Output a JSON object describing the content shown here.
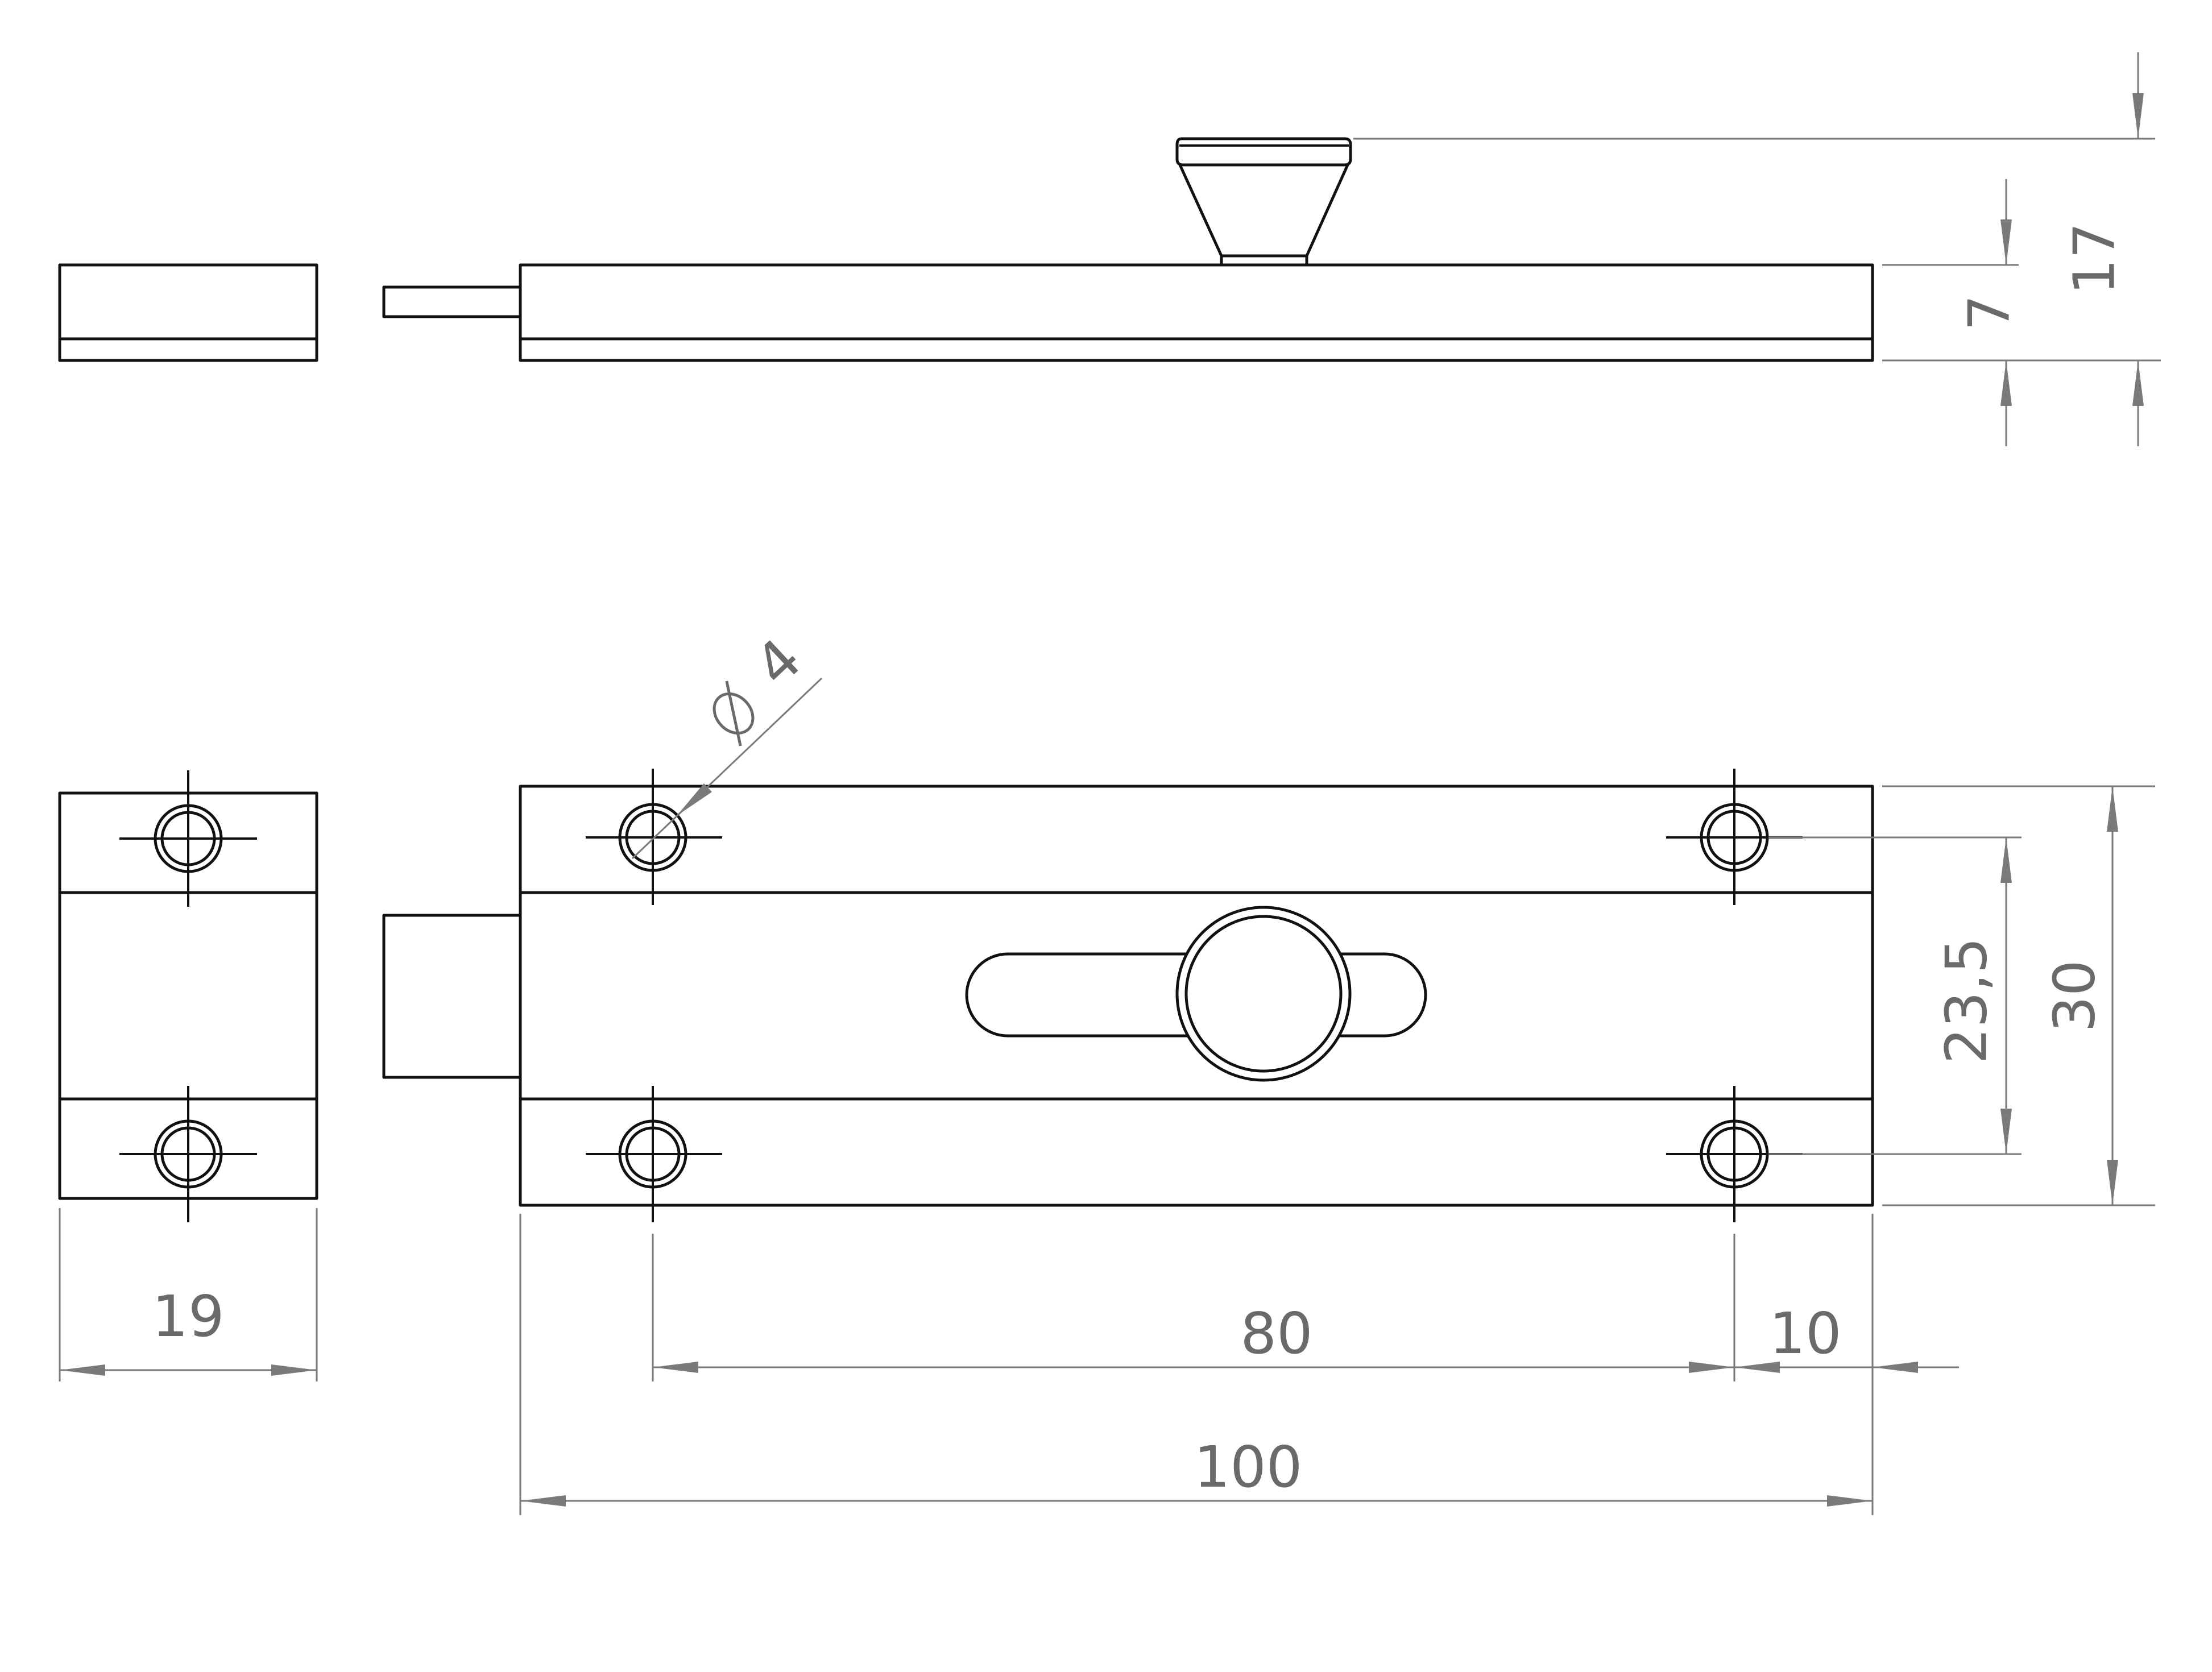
{
  "dimensions": {
    "total_height": "17",
    "body_height": "7",
    "hole_spacing_vertical": "23,5",
    "plate_height": "30",
    "keeper_width": "19",
    "hole_spacing_horizontal": "80",
    "edge_offset": "10",
    "overall_length": "100",
    "hole_diameter": "4"
  },
  "colors": {
    "outline": "#111111",
    "dimension": "#7a7a7a"
  }
}
